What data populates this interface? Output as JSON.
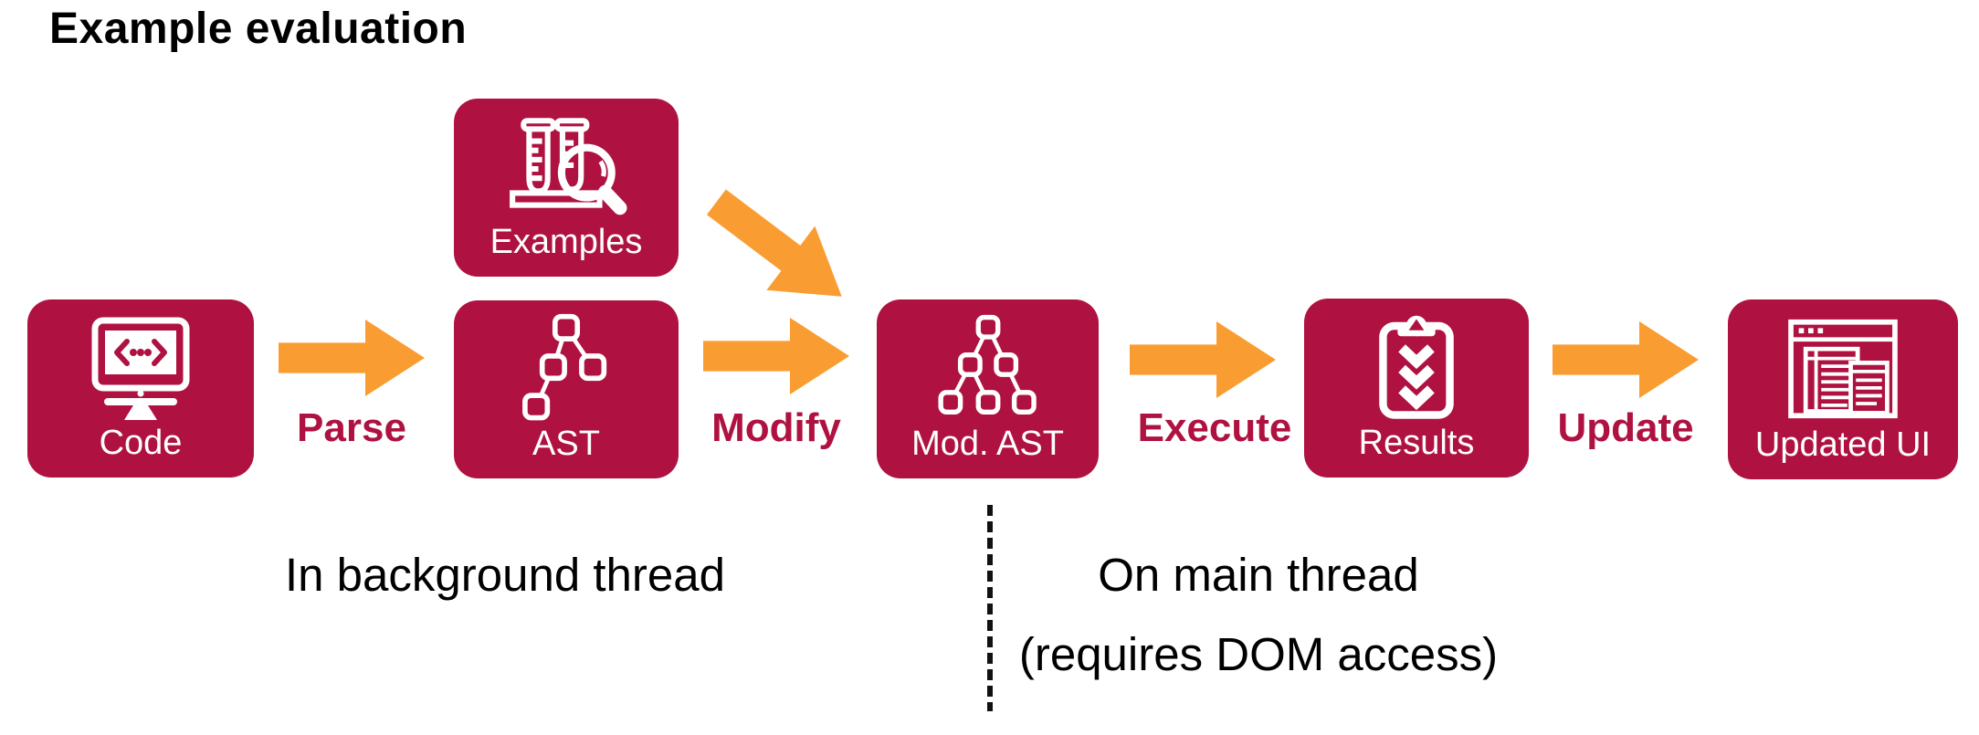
{
  "title": "Example evaluation",
  "colors": {
    "box": "#AF1240",
    "arrow": "#F99D33",
    "label_on_box": "#FFFFFF",
    "edge_label": "#AF1240",
    "annotation": "#000000"
  },
  "nodes": [
    {
      "label": "Code",
      "icon": "code-monitor-icon"
    },
    {
      "label": "Examples",
      "icon": "test-tubes-magnifier-icon"
    },
    {
      "label": "AST",
      "icon": "ast-tree-icon"
    },
    {
      "label": "Mod. AST",
      "icon": "modified-ast-tree-icon"
    },
    {
      "label": "Results",
      "icon": "clipboard-checklist-icon"
    },
    {
      "label": "Updated UI",
      "icon": "browser-window-icon"
    }
  ],
  "edges": [
    {
      "label": "Parse"
    },
    {
      "label": "Modify"
    },
    {
      "label": "Execute"
    },
    {
      "label": "Update"
    }
  ],
  "annotations": {
    "background_thread": "In background thread",
    "main_thread_line1": "On main thread",
    "main_thread_line2": "(requires DOM access)"
  }
}
